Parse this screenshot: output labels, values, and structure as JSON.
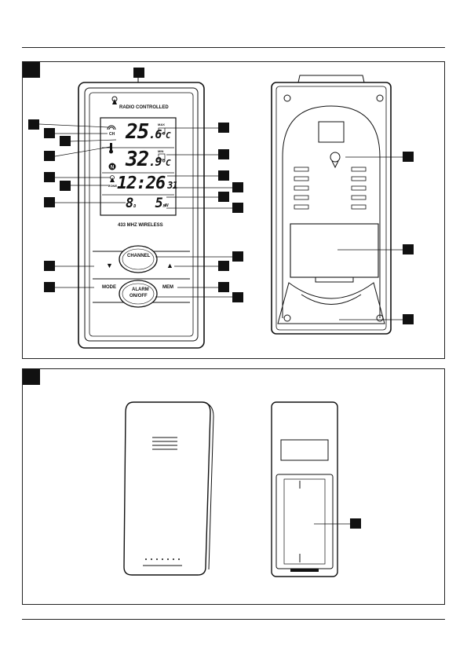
{
  "station": {
    "brand_line": "RADIO CONTROLLED",
    "indoor_temp_main": "25",
    "indoor_temp_dec": ".6",
    "outdoor_temp_main": "32",
    "outdoor_temp_dec": ".9",
    "unit": "°C",
    "ch_label": "CH",
    "max_label": "MAX",
    "min_label": "MIN",
    "zone_label": "ZONE",
    "time": "12:26",
    "seconds": "31",
    "date_day": "8",
    "date_day_suffix": "D",
    "date_month": "5",
    "date_month_suffix": "M",
    "weekday_label": "W",
    "frequency": "433 MHZ WIRELESS",
    "channel_button": "CHANNEL",
    "mode_button": "MODE",
    "mem_button": "MEM",
    "alarm_button_line1": "ALARM",
    "alarm_button_line2": "ON/OFF",
    "down_arrow": "▼",
    "up_arrow": "▲"
  },
  "icons": [
    "antenna-icon",
    "thermometer-icon",
    "n-circle-icon",
    "radio-tower-icon",
    "wall-mount-hole-icon",
    "battery-compartment-icon"
  ]
}
